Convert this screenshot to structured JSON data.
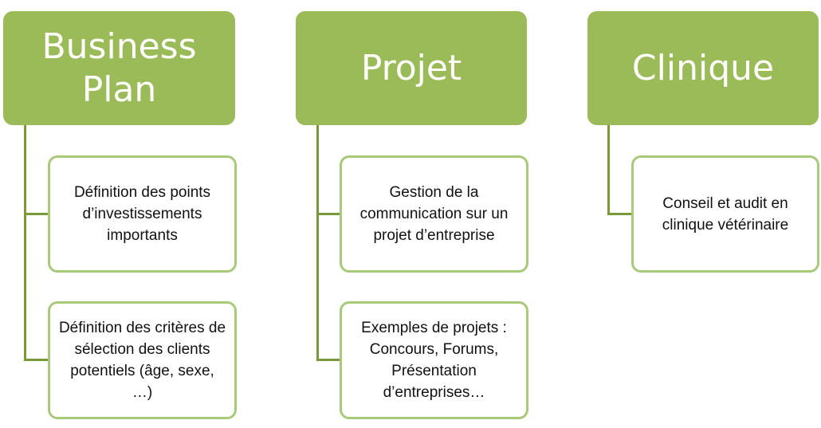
{
  "colors": {
    "header_fill": "#9bbb59",
    "card_border": "#a8c97a",
    "connector": "#7a9a3a",
    "header_text": "#ffffff",
    "card_text": "#111111"
  },
  "columns": [
    {
      "title": "Business Plan",
      "items": [
        "Définition des points d’investissements importants",
        "Définition des critères de sélection des clients potentiels (âge, sexe, …)"
      ]
    },
    {
      "title": "Projet",
      "items": [
        "Gestion de la communication sur un projet d’entreprise",
        "Exemples de projets : Concours, Forums, Présentation d’entreprises…"
      ]
    },
    {
      "title": "Clinique",
      "items": [
        "Conseil et audit en clinique vétérinaire"
      ]
    }
  ]
}
